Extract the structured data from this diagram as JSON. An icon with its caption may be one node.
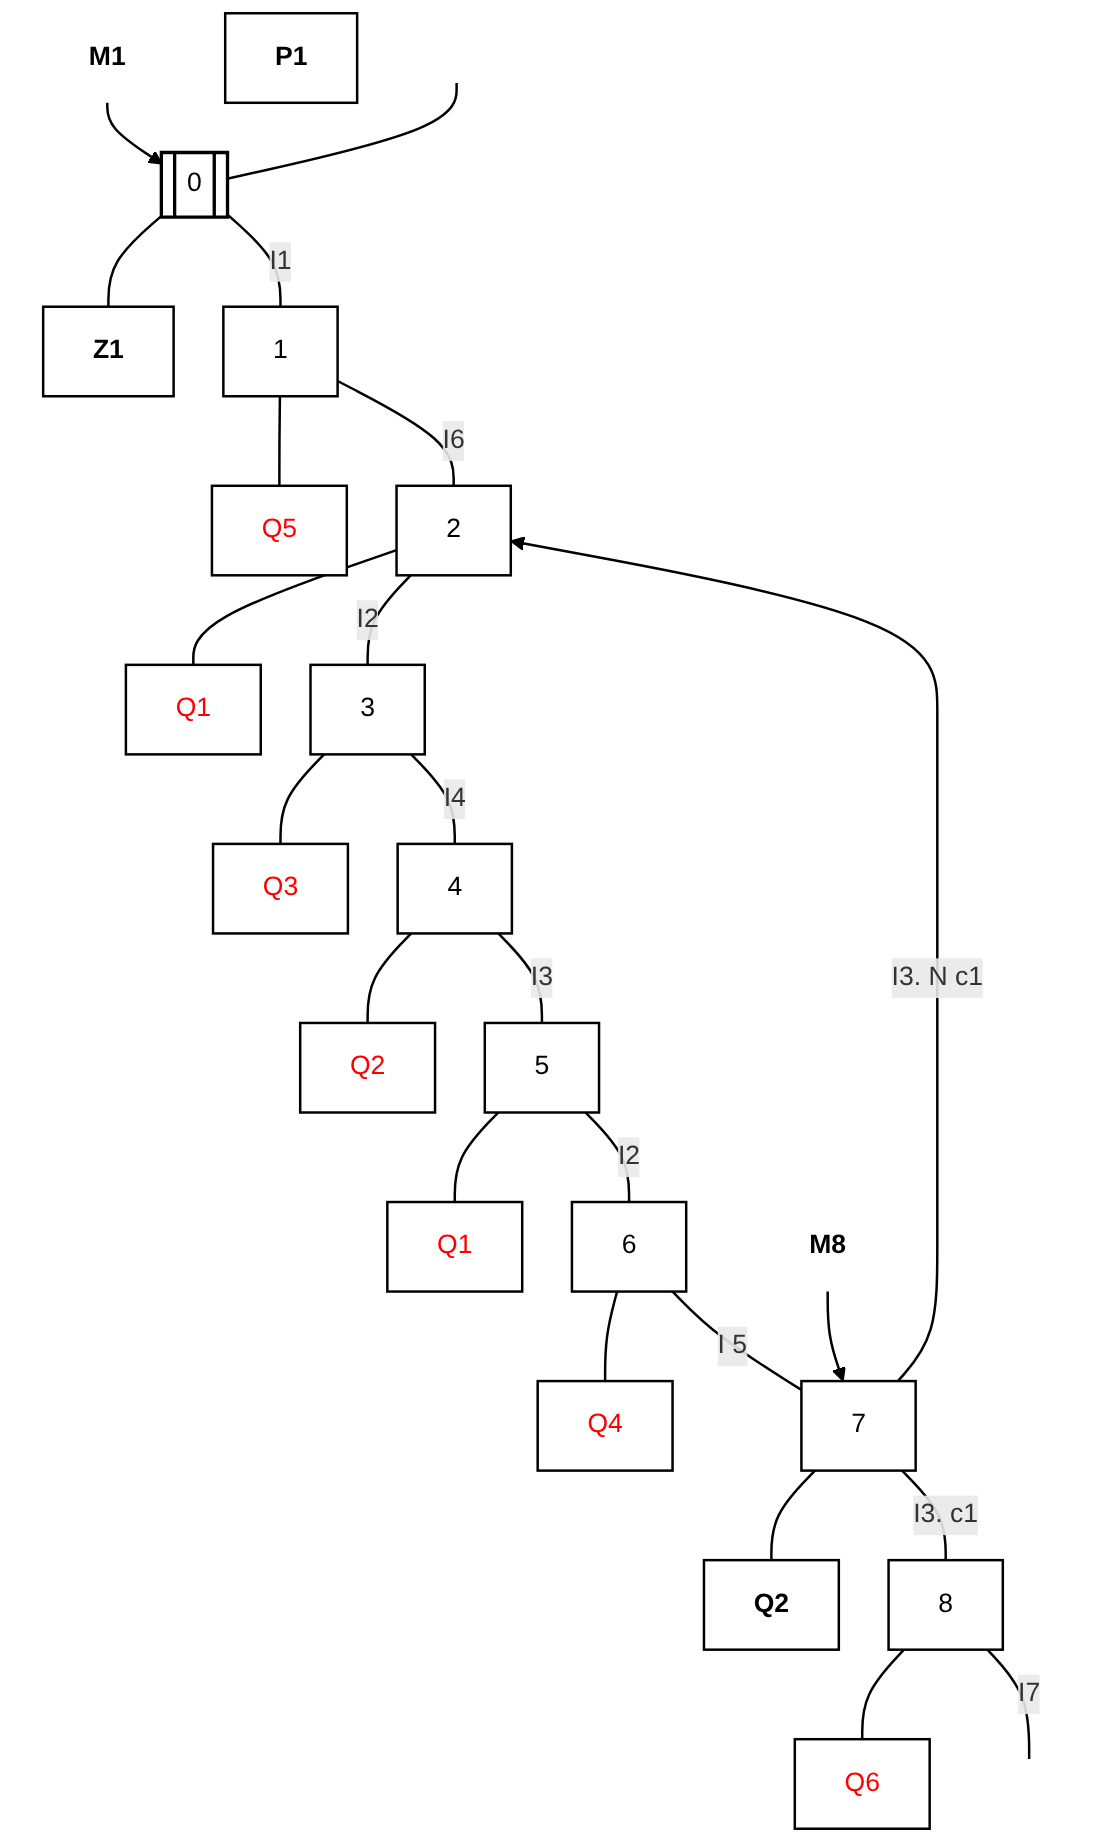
{
  "diagram": {
    "nodes": [
      {
        "text": [
          "M1"
        ]
      },
      {
        "text": [
          "0"
        ]
      },
      {
        "text": [
          "Z1"
        ]
      },
      {
        "text": [
          "1"
        ]
      },
      {
        "text": [
          "Q5"
        ]
      },
      {
        "text": [
          "2"
        ]
      },
      {
        "text": [
          "Q1"
        ]
      },
      {
        "text": [
          "3"
        ]
      },
      {
        "text": [
          "Q3"
        ]
      },
      {
        "text": [
          "4"
        ]
      },
      {
        "text": [
          "Q2"
        ]
      },
      {
        "text": [
          "5"
        ]
      },
      {
        "text": [
          "Q1"
        ]
      },
      {
        "text": [
          "6"
        ]
      },
      {
        "text": [
          "Q4"
        ]
      },
      {
        "text": [
          "M8"
        ]
      },
      {
        "text": [
          "7"
        ]
      },
      {
        "text": [
          "Q2"
        ]
      },
      {
        "text": [
          "P1"
        ]
      },
      {
        "text": [
          "8"
        ]
      },
      {
        "text": [
          "Q6"
        ]
      }
    ],
    "edges": [
      {
        "from": 0,
        "to": 1,
        "arrow": "to"
      },
      {
        "from": 1,
        "to": 2,
        "arrow": "none"
      },
      {
        "from": 1,
        "to": 3,
        "arrow": "none",
        "label": "I1"
      },
      {
        "from": 3,
        "to": 4,
        "arrow": "none"
      },
      {
        "from": 3,
        "to": 5,
        "arrow": "none",
        "label": "I6"
      },
      {
        "from": 5,
        "to": 6,
        "arrow": "none"
      },
      {
        "from": 5,
        "to": 7,
        "arrow": "none",
        "label": "I2"
      },
      {
        "from": 7,
        "to": 8,
        "arrow": "none"
      },
      {
        "from": 7,
        "to": 9,
        "arrow": "none",
        "label": "I4"
      },
      {
        "from": 9,
        "to": 10,
        "arrow": "none"
      },
      {
        "from": 9,
        "to": 11,
        "arrow": "none",
        "label": "I3"
      },
      {
        "from": 11,
        "to": 12,
        "arrow": "none"
      },
      {
        "from": 11,
        "to": 13,
        "arrow": "none",
        "label": "I2"
      },
      {
        "from": 13,
        "to": 14,
        "arrow": "none"
      },
      {
        "from": 13,
        "to": 16,
        "arrow": "none",
        "label": "I 5"
      },
      {
        "from": 15,
        "to": 16,
        "arrow": "to"
      },
      {
        "from": 16,
        "to": 17,
        "arrow": "none"
      },
      {
        "from": 16,
        "to": 5,
        "arrow": "to",
        "label": "I3. N c1"
      },
      {
        "from": 16,
        "to": 19,
        "arrow": "none",
        "label": "I3. c1"
      },
      {
        "from": 19,
        "to": 20,
        "arrow": "none"
      },
      {
        "from": 19,
        "to": null,
        "arrow": "none",
        "label": "I7"
      },
      {
        "from": null,
        "to": 1,
        "arrow": "none"
      }
    ]
  }
}
